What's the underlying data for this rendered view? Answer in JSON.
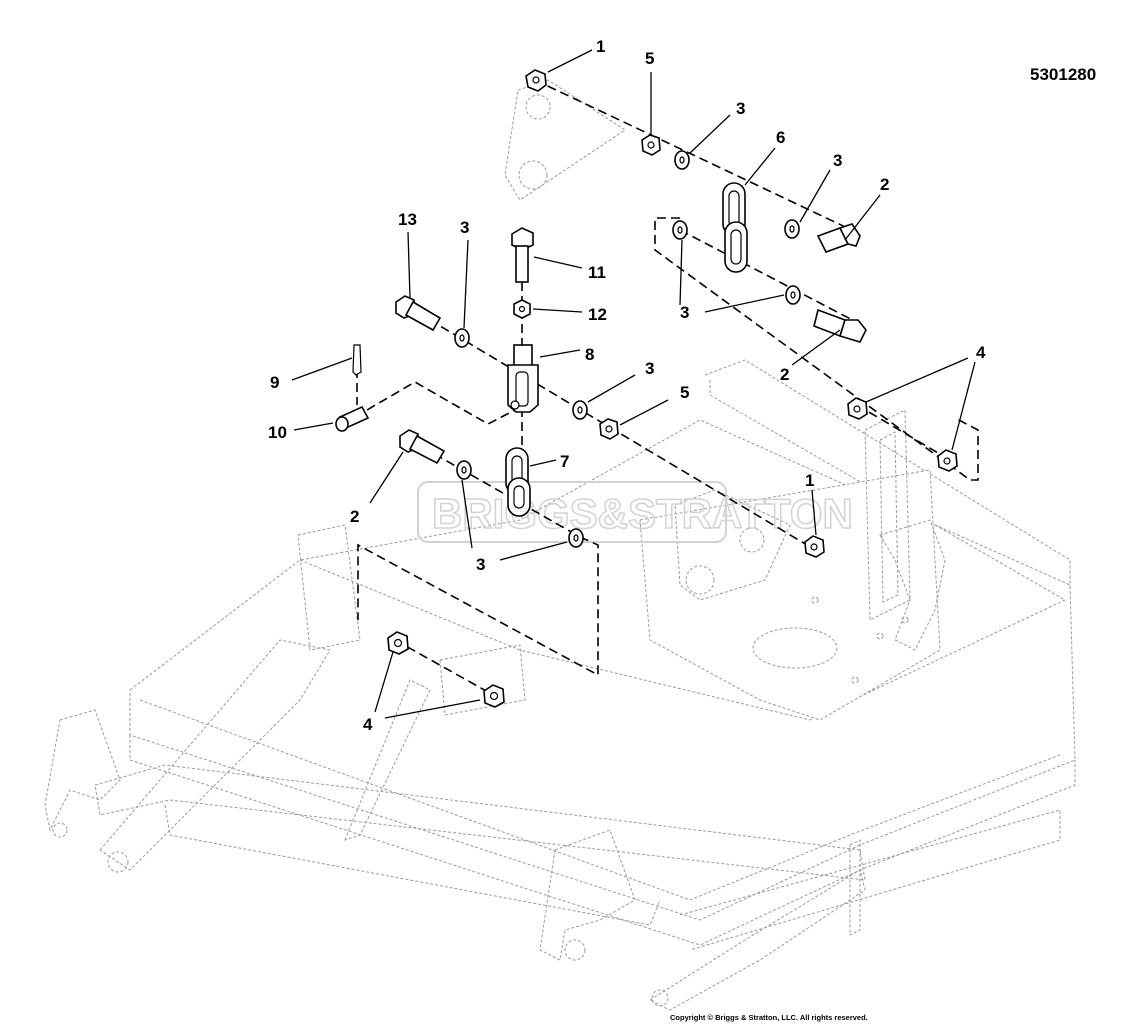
{
  "document_number": "5301280",
  "copyright": "Copyright © Briggs & Stratton, LLC. All rights reserved.",
  "watermark": "BRIGGS&STRATTON",
  "callouts": [
    {
      "id": "c1-top",
      "label": "1"
    },
    {
      "id": "c5-top",
      "label": "5"
    },
    {
      "id": "c3-a",
      "label": "3"
    },
    {
      "id": "c6",
      "label": "6"
    },
    {
      "id": "c3-b",
      "label": "3"
    },
    {
      "id": "c2-a",
      "label": "2"
    },
    {
      "id": "c13",
      "label": "13"
    },
    {
      "id": "c3-c",
      "label": "3"
    },
    {
      "id": "c11",
      "label": "11"
    },
    {
      "id": "c12",
      "label": "12"
    },
    {
      "id": "c3-d",
      "label": "3"
    },
    {
      "id": "c8",
      "label": "8"
    },
    {
      "id": "c9",
      "label": "9"
    },
    {
      "id": "c3-e",
      "label": "3"
    },
    {
      "id": "c5-mid",
      "label": "5"
    },
    {
      "id": "c2-b",
      "label": "2"
    },
    {
      "id": "c4-right",
      "label": "4"
    },
    {
      "id": "c10",
      "label": "10"
    },
    {
      "id": "c7",
      "label": "7"
    },
    {
      "id": "c1-mid",
      "label": "1"
    },
    {
      "id": "c2-c",
      "label": "2"
    },
    {
      "id": "c3-f",
      "label": "3"
    },
    {
      "id": "c4-left",
      "label": "4"
    }
  ]
}
